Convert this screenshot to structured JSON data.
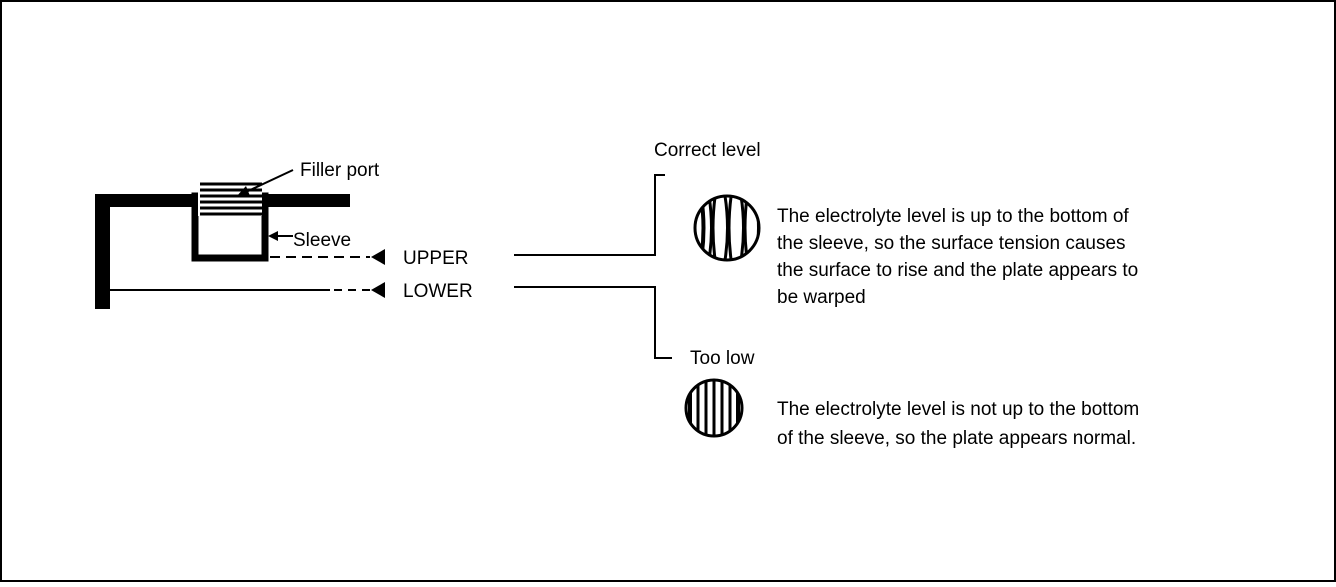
{
  "labels": {
    "filler_port": "Filler port",
    "sleeve": "Sleeve",
    "upper": "UPPER",
    "lower": "LOWER",
    "correct_level": "Correct level",
    "too_low": "Too low"
  },
  "descriptions": {
    "correct_level_lines": [
      "The electrolyte level is up to the bottom of",
      "the sleeve, so the surface tension causes",
      "the surface to rise and the plate appears to",
      "be warped"
    ],
    "too_low_lines": [
      "The electrolyte level is not up to the bottom",
      "of the sleeve, so the plate appears normal."
    ]
  }
}
